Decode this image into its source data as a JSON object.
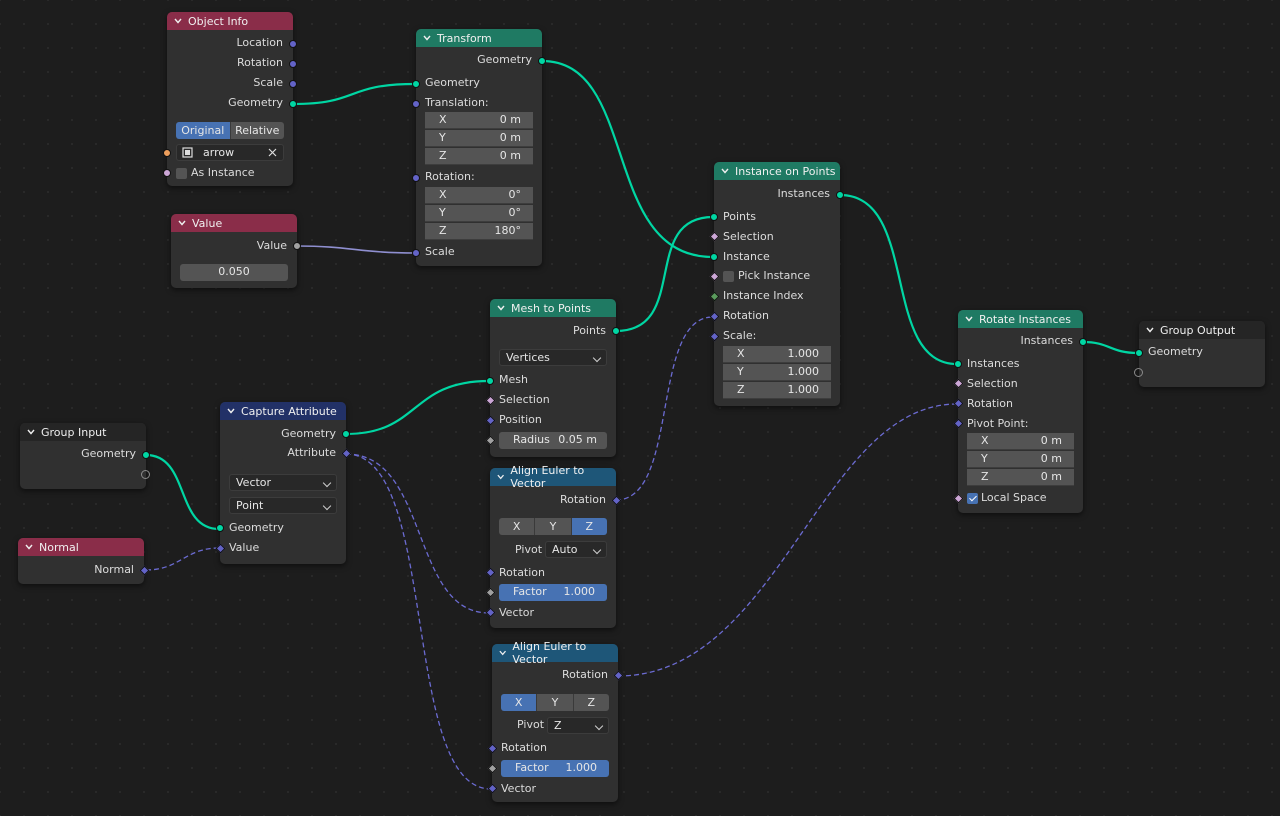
{
  "colors": {
    "geometry": "#00d6a3",
    "vector": "#6363c7",
    "float": "#a1a1a1",
    "object": "#ed9e5c",
    "boolean": "#cca6d6",
    "integer": "#598c5c",
    "input_header": "#8a2d49",
    "geometry_header": "#1f7a63",
    "vector_header": "#1e5678",
    "attribute_header": "#223167",
    "selected": "#4772b3"
  },
  "object_info": {
    "title": "Object Info",
    "location": "Location",
    "rotation": "Rotation",
    "scale": "Scale",
    "geometry": "Geometry",
    "mode_original": "Original",
    "mode_relative": "Relative",
    "object_name": "arrow",
    "as_instance": "As Instance"
  },
  "value_node": {
    "title": "Value",
    "output": "Value",
    "value": "0.050"
  },
  "transform": {
    "title": "Transform",
    "out_geometry": "Geometry",
    "in_geometry": "Geometry",
    "translation": "Translation:",
    "t_x_label": "X",
    "t_x": "0 m",
    "t_y_label": "Y",
    "t_y": "0 m",
    "t_z_label": "Z",
    "t_z": "0 m",
    "rotation": "Rotation:",
    "r_x_label": "X",
    "r_x": "0°",
    "r_y_label": "Y",
    "r_y": "0°",
    "r_z_label": "Z",
    "r_z": "180°",
    "scale": "Scale"
  },
  "instance_on_points": {
    "title": "Instance on Points",
    "out_instances": "Instances",
    "points": "Points",
    "selection": "Selection",
    "instance": "Instance",
    "pick_instance": "Pick Instance",
    "instance_index": "Instance Index",
    "rotation": "Rotation",
    "scale": "Scale:",
    "s_x_label": "X",
    "s_x": "1.000",
    "s_y_label": "Y",
    "s_y": "1.000",
    "s_z_label": "Z",
    "s_z": "1.000"
  },
  "mesh_to_points": {
    "title": "Mesh to Points",
    "out_points": "Points",
    "mode": "Vertices",
    "mesh": "Mesh",
    "selection": "Selection",
    "position": "Position",
    "radius_label": "Radius",
    "radius": "0.05 m"
  },
  "rotate_instances": {
    "title": "Rotate Instances",
    "out_instances": "Instances",
    "instances": "Instances",
    "selection": "Selection",
    "rotation": "Rotation",
    "pivot": "Pivot Point:",
    "p_x_label": "X",
    "p_x": "0 m",
    "p_y_label": "Y",
    "p_y": "0 m",
    "p_z_label": "Z",
    "p_z": "0 m",
    "local_space": "Local Space"
  },
  "group_output": {
    "title": "Group Output",
    "geometry": "Geometry"
  },
  "group_input": {
    "title": "Group Input",
    "geometry": "Geometry"
  },
  "capture_attribute": {
    "title": "Capture Attribute",
    "out_geometry": "Geometry",
    "out_attribute": "Attribute",
    "data_type": "Vector",
    "domain": "Point",
    "in_geometry": "Geometry",
    "in_value": "Value"
  },
  "normal": {
    "title": "Normal",
    "output": "Normal"
  },
  "align1": {
    "title": "Align Euler to Vector",
    "out_rotation": "Rotation",
    "axis_x": "X",
    "axis_y": "Y",
    "axis_z": "Z",
    "pivot_label": "Pivot",
    "pivot_value": "Auto",
    "rotation": "Rotation",
    "factor_label": "Factor",
    "factor": "1.000",
    "vector": "Vector"
  },
  "align2": {
    "title": "Align Euler to Vector",
    "out_rotation": "Rotation",
    "axis_x": "X",
    "axis_y": "Y",
    "axis_z": "Z",
    "pivot_label": "Pivot",
    "pivot_value": "Z",
    "rotation": "Rotation",
    "factor_label": "Factor",
    "factor": "1.000",
    "vector": "Vector"
  }
}
